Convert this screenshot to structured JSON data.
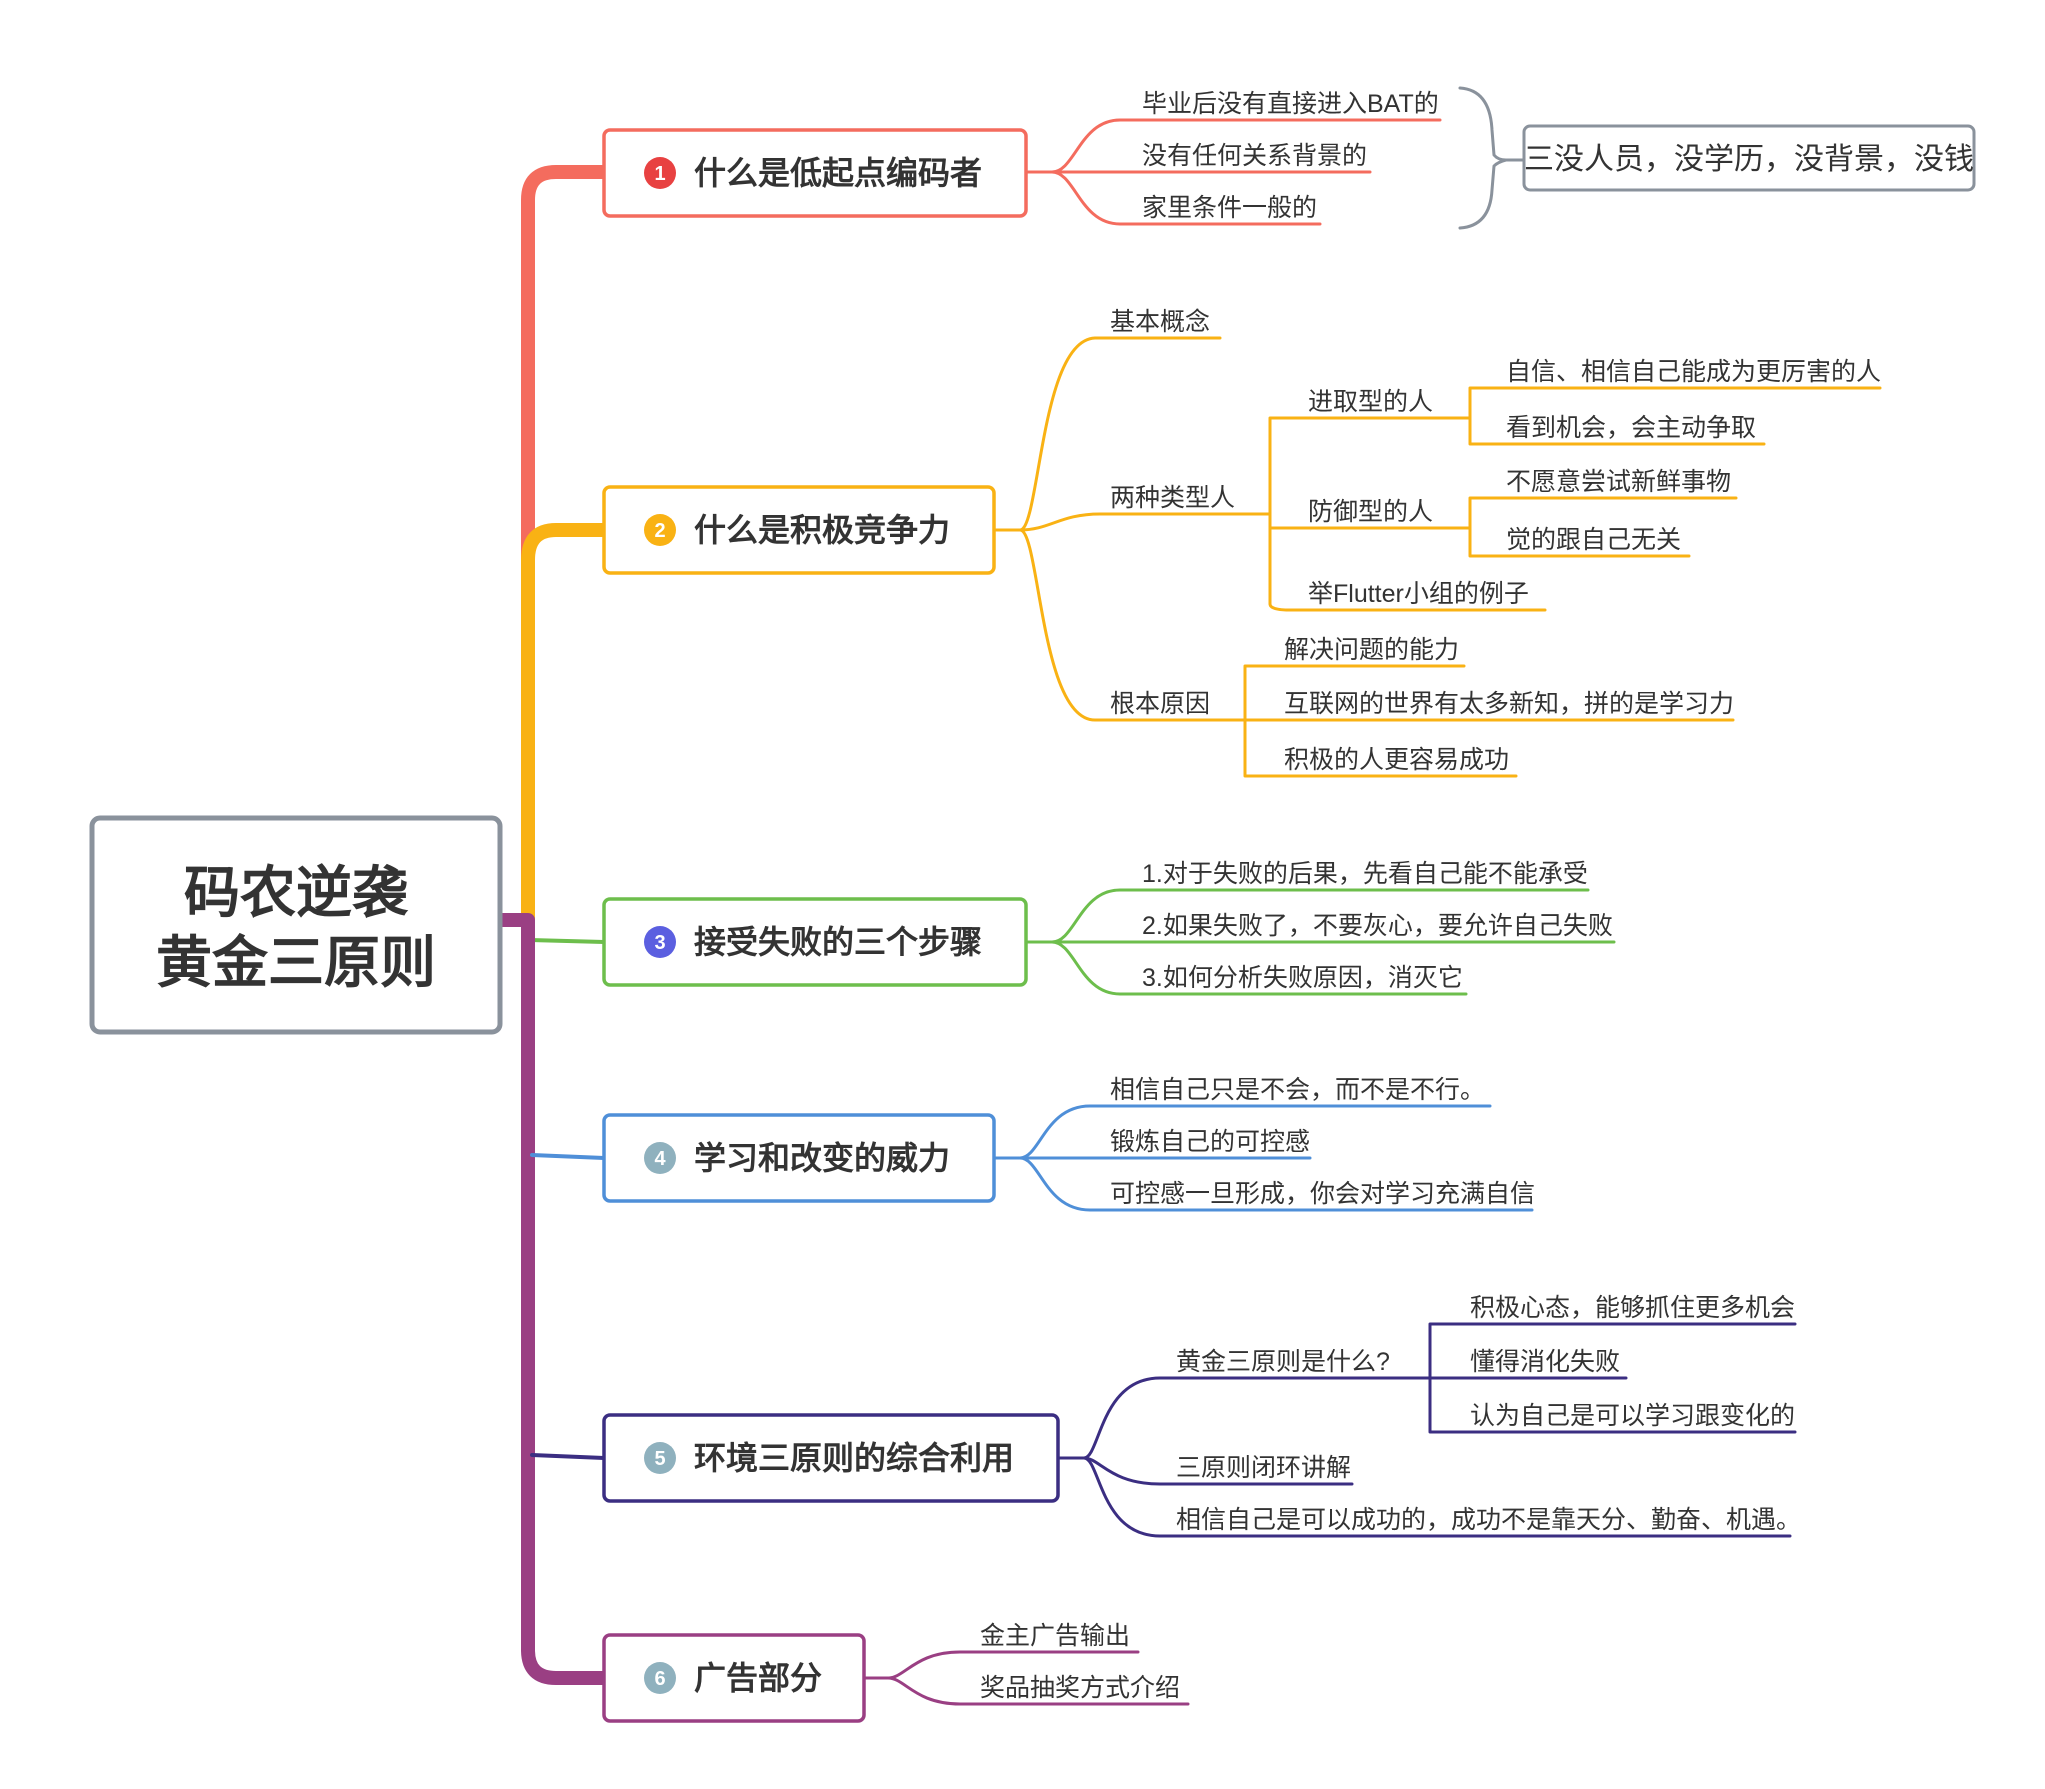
{
  "root": {
    "line1": "码农逆袭",
    "line2": "黄金三原则"
  },
  "colors": {
    "b1": "#F46C5E",
    "b2": "#F9B214",
    "b3": "#6DBE4C",
    "b4": "#4F8FD8",
    "b5": "#3B2E82",
    "b6": "#9A3F83",
    "num4": "#8FB1BE",
    "root_border": "#8A929C",
    "summary_border": "#8A929C"
  },
  "branches": {
    "b1": {
      "num": "1",
      "title": "什么是低起点编码者",
      "leaves": [
        "毕业后没有直接进入BAT的",
        "没有任何关系背景的",
        "家里条件一般的"
      ],
      "summary": "三没人员，没学历，没背景，没钱"
    },
    "b2": {
      "num": "2",
      "title": "什么是积极竞争力",
      "basic": "基本概念",
      "two_types": "两种类型人",
      "aggressive": "进取型的人",
      "aggressive_items": [
        "自信、相信自己能成为更厉害的人",
        "看到机会，会主动争取"
      ],
      "defensive": "防御型的人",
      "defensive_items": [
        "不愿意尝试新鲜事物",
        "觉的跟自己无关"
      ],
      "example": "举Flutter小组的例子",
      "root_cause": "根本原因",
      "cause_items": [
        "解决问题的能力",
        "互联网的世界有太多新知，拼的是学习力",
        "积极的人更容易成功"
      ]
    },
    "b3": {
      "num": "3",
      "title": "接受失败的三个步骤",
      "leaves": [
        "1.对于失败的后果，先看自己能不能承受",
        "2.如果失败了，不要灰心，要允许自己失败",
        "3.如何分析失败原因，消灭它"
      ]
    },
    "b4": {
      "num": "4",
      "title": "学习和改变的威力",
      "leaves": [
        "相信自己只是不会，而不是不行。",
        "锻炼自己的可控感",
        "可控感一旦形成，你会对学习充满自信"
      ]
    },
    "b5": {
      "num": "5",
      "title": "环境三原则的综合利用",
      "what": "黄金三原则是什么?",
      "what_items": [
        "积极心态，能够抓住更多机会",
        "懂得消化失败",
        "认为自己是可以学习跟变化的"
      ],
      "loop": "三原则闭环讲解",
      "belief": "相信自己是可以成功的，成功不是靠天分、勤奋、机遇。"
    },
    "b6": {
      "num": "6",
      "title": "广告部分",
      "leaves": [
        "金主广告输出",
        "奖品抽奖方式介绍"
      ]
    }
  }
}
